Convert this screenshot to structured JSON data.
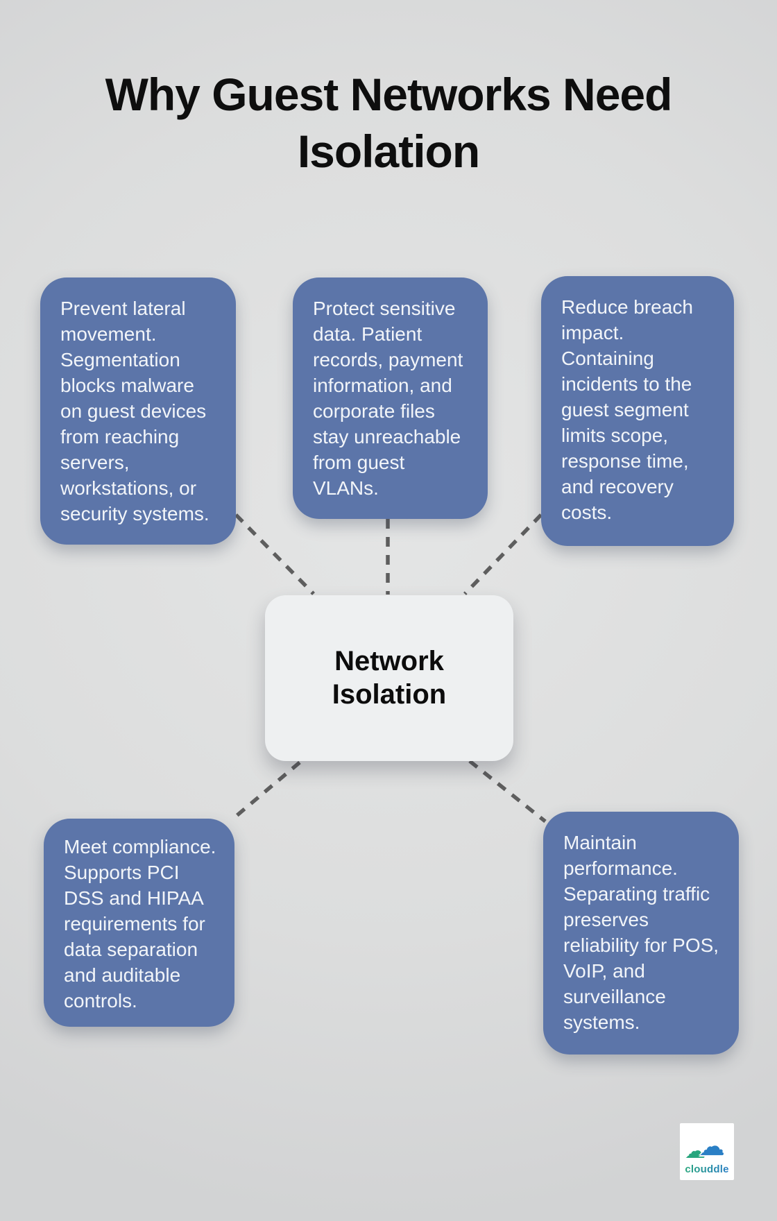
{
  "title": "Why Guest Networks Need Isolation",
  "center": {
    "label": "Network Isolation"
  },
  "nodes": [
    {
      "id": "prevent-lateral-movement",
      "text": "Prevent lateral movement. Segmentation blocks malware on guest devices from reaching servers, workstations, or security systems."
    },
    {
      "id": "protect-sensitive-data",
      "text": "Protect sensitive data. Patient records, payment information, and corporate files stay unreachable from guest VLANs."
    },
    {
      "id": "reduce-breach-impact",
      "text": "Reduce breach impact. Containing incidents to the guest segment limits scope, response time, and recovery costs."
    },
    {
      "id": "meet-compliance",
      "text": "Meet compliance. Supports PCI DSS and HIPAA requirements for data separation and auditable controls."
    },
    {
      "id": "maintain-performance",
      "text": "Maintain performance. Separating traffic preserves reliability for POS, VoIP, and surveillance systems."
    }
  ],
  "logo": {
    "word": "clouddle"
  },
  "colors": {
    "node_fill": "#5c75a9",
    "node_text": "#f2f5f9",
    "center_fill": "#eef0f1",
    "center_text": "#0c0c0c",
    "title_color": "#0e0e0e",
    "connector": "#5e5e5e",
    "background_center": "#e4e5e5",
    "background_edge": "#d2d3d4",
    "logo_green": "#28a57d",
    "logo_blue": "#2a7fc5"
  }
}
